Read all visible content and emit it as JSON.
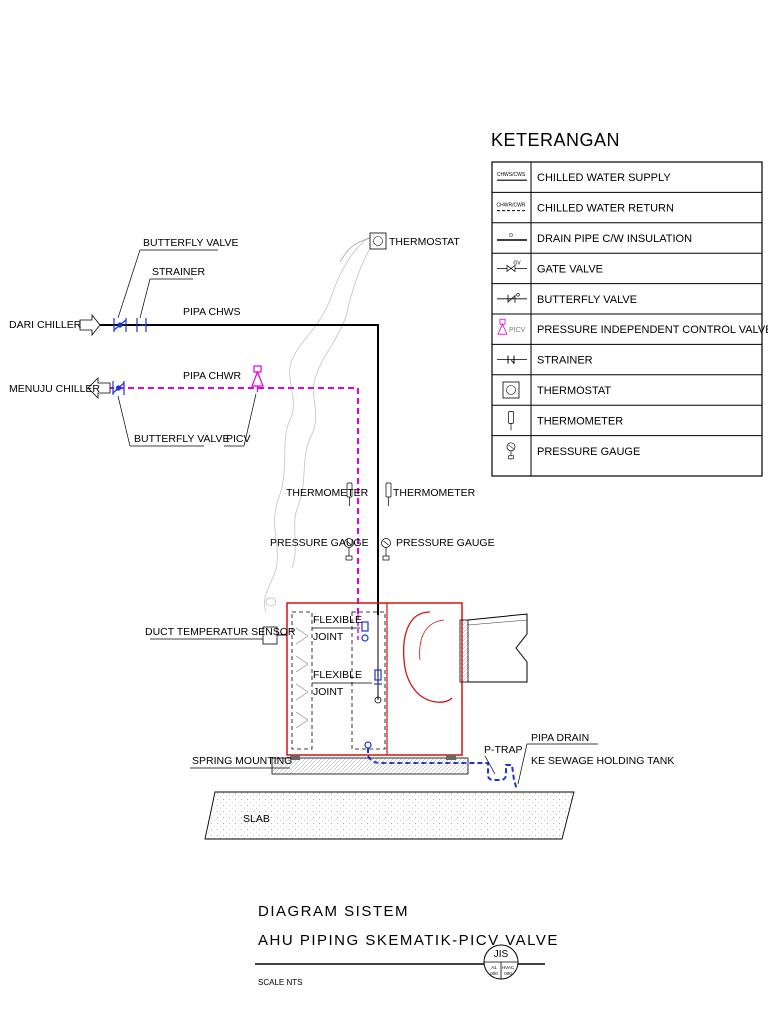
{
  "colors": {
    "line": "#000000",
    "chwr": "#e000e0",
    "drain": "#1a33d6",
    "ahu": "#d81010",
    "valve": "#1a33d6",
    "smoke": "#bbbbbb"
  },
  "legend": {
    "title": "KETERANGAN",
    "symbol_labels": {
      "chws": "CHWS/CWS",
      "chwr": "CHWR/CWR",
      "drain": "D",
      "gate": "GV",
      "picv": "PICV"
    },
    "rows": [
      {
        "symbol": "chws-line-icon",
        "label": "CHILLED WATER SUPPLY"
      },
      {
        "symbol": "chwr-line-icon",
        "label": "CHILLED WATER RETURN"
      },
      {
        "symbol": "drain-line-icon",
        "label": "DRAIN PIPE C/W INSULATION"
      },
      {
        "symbol": "gate-valve-icon",
        "label": "GATE VALVE"
      },
      {
        "symbol": "butterfly-valve-icon",
        "label": "BUTTERFLY VALVE"
      },
      {
        "symbol": "picv-icon",
        "label": "PRESSURE INDEPENDENT CONTROL VALVE (BALANCING)"
      },
      {
        "symbol": "strainer-icon",
        "label": "STRAINER"
      },
      {
        "symbol": "thermostat-icon",
        "label": "THERMOSTAT"
      },
      {
        "symbol": "thermometer-icon",
        "label": "THERMOMETER"
      },
      {
        "symbol": "pressure-gauge-icon",
        "label": "PRESSURE GAUGE"
      }
    ]
  },
  "labels": {
    "dari_chiller": "DARI CHILLER",
    "menuju_chiller": "MENUJU CHILLER",
    "butterfly_valve_top": "BUTTERFLY VALVE",
    "strainer": "STRAINER",
    "pipa_chws": "PIPA CHWS",
    "pipa_chwr": "PIPA CHWR",
    "butterfly_valve_bottom": "BUTTERFLY VALVE",
    "picv": "PICV",
    "thermostat": "THERMOSTAT",
    "thermometer_left": "THERMOMETER",
    "thermometer_right": "THERMOMETER",
    "pressure_gauge_left": "PRESSURE GAUGE",
    "pressure_gauge_right": "PRESSURE GAUGE",
    "duct_sensor": "DUCT TEMPERATUR SENSOR",
    "flexible_top_1": "FLEXIBLE",
    "flexible_top_2": "JOINT",
    "flexible_bottom_1": "FLEXIBLE",
    "flexible_bottom_2": "JOINT",
    "pipa_drain": "PIPA DRAIN",
    "ke_sewage": "KE SEWAGE HOLDING TANK",
    "p_trap": "P-TRAP",
    "spring_mounting": "SPRING MOUNTING",
    "slab": "SLAB"
  },
  "title_block": {
    "line1": "DIAGRAM SISTEM",
    "line2": "AHU PIPING SKEMATIK-PICV VALVE",
    "scale": "SCALE NTS",
    "stamp_top": "JIS",
    "stamp_left_1": "A1",
    "stamp_left_2": "000",
    "stamp_right_1": "HVAC",
    "stamp_right_2": "000"
  }
}
